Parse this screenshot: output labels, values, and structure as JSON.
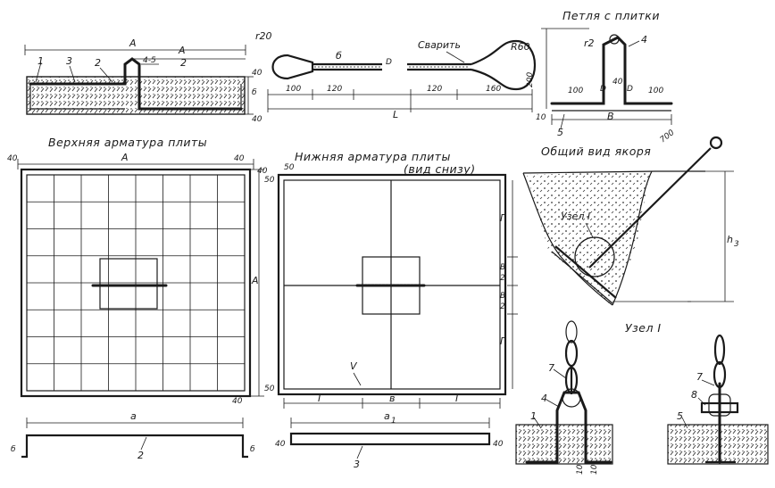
{
  "titles": {
    "loop": "Петля с плитки",
    "top_rebar": "Верхняя арматура плиты",
    "bottom_rebar": "Нижняя арматура плиты",
    "bottom_view": "(вид снизу)",
    "general_view": "Общий вид якоря",
    "node1_label": "Узел I",
    "node1_title": "Узел I"
  },
  "section": {
    "A": "A",
    "A_half_num": "A",
    "A_half_den": "2",
    "n1": "1",
    "n2": "2",
    "n3": "3",
    "n45": "4-5",
    "d40": "40",
    "d6": "б",
    "d40b": "40"
  },
  "rod": {
    "r20": "r20",
    "n6": "б",
    "weld": "Сварить",
    "R60": "R60",
    "D": "D",
    "d100": "100",
    "d120a": "120",
    "d120b": "120",
    "d160": "160",
    "L": "L"
  },
  "loop": {
    "r2": "r2",
    "n4": "4",
    "d200": "200",
    "d100a": "100",
    "d100b": "100",
    "d40": "40",
    "D1": "D",
    "D2": "D",
    "d10": "10",
    "B": "B",
    "n5": "5"
  },
  "top": {
    "d40a": "40",
    "d40b": "40",
    "A_top": "A",
    "d40c": "40",
    "A_right": "A",
    "d40d": "40"
  },
  "bottom": {
    "d50a": "50",
    "d50b": "50",
    "d50c": "50",
    "G1": "Г",
    "B2a_num": "B",
    "B2a_den": "2",
    "B2b_num": "B",
    "B2b_den": "2",
    "G2": "Г",
    "V": "V",
    "Gb1": "Г",
    "Bb": "в",
    "Gb2": "Г"
  },
  "anchor": {
    "d700": "700",
    "h3": "h",
    "h3_sub": "3"
  },
  "strips": {
    "a": "a",
    "b1": "б",
    "b2": "б",
    "n2": "2",
    "a1": "a",
    "a1_sub": "1",
    "d40a": "40",
    "d40b": "40",
    "n3": "3"
  },
  "node": {
    "n7a": "7",
    "n4": "4",
    "n1": "1",
    "d10a": "10",
    "d10b": "10",
    "n7b": "7",
    "n8": "8",
    "n5": "5"
  }
}
